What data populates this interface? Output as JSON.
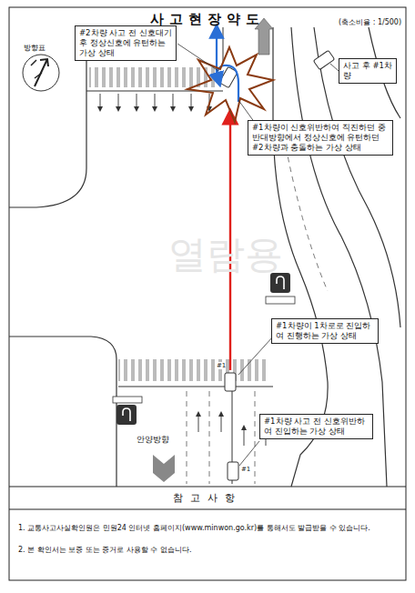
{
  "diagram": {
    "title": "사고현장약도",
    "nodes": [
      {
        "text": [
          "#2차량 사고 전 신호대기 후 정상신호에 유턴하는 가상 상태"
        ]
      },
      {
        "text": [
          "사고 후 #1차량"
        ]
      },
      {
        "text": [
          "#1차량이 신호위반하여 직진하던 중 반대방향에서 정상신호에 유턴하던 #2차량과 충돌하는 가상 상태"
        ]
      },
      {
        "text": [
          "#1차량이 1차로로 진입하여 진행하는 가상 상태"
        ]
      },
      {
        "text": [
          "#1차량 사고 전 신호위반하여 진입하는 가상 상태"
        ]
      }
    ],
    "labels": [
      "(축소비율 : 1/500)",
      "방향표",
      "안양방향",
      "열람용",
      "#1",
      "#1",
      "참고사항",
      "1. 교통사고사실확인원은 민원24 인터넷 홈페이지(www.minwon.go.kr)를 통해서도 발급받을 수 있습니다.",
      "2. 본 확인서는 보증 또는 증거로 사용할 수 없습니다."
    ]
  }
}
